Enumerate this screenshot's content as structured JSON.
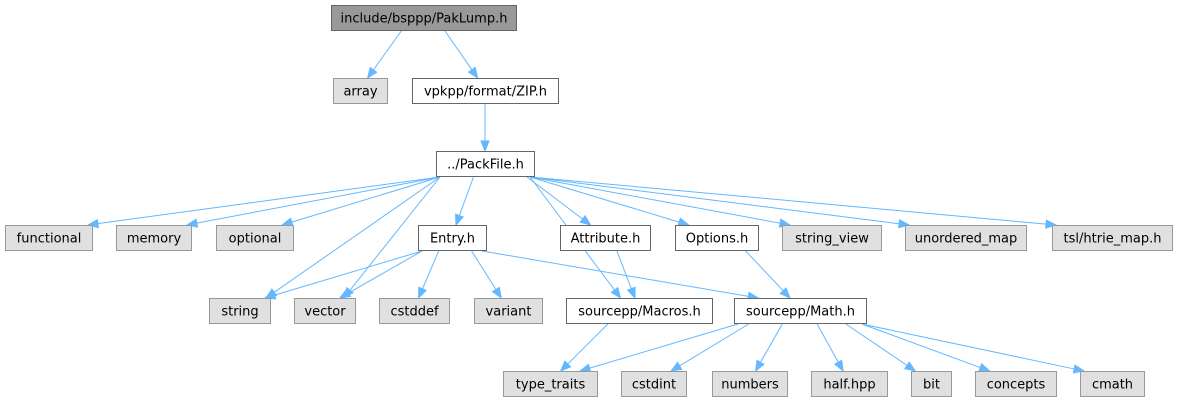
{
  "colors": {
    "root_fill": "#999999",
    "root_stroke": "#666666",
    "header_fill": "#ffffff",
    "header_stroke": "#666666",
    "system_fill": "#e0e0e0",
    "system_stroke": "#999999",
    "edge": "#63b8ff"
  },
  "nodes": [
    {
      "id": "paklump",
      "label": "include/bsppp/PakLump.h",
      "kind": "root"
    },
    {
      "id": "array",
      "label": "array",
      "kind": "system"
    },
    {
      "id": "zip",
      "label": "vpkpp/format/ZIP.h",
      "kind": "header"
    },
    {
      "id": "packfile",
      "label": "../PackFile.h",
      "kind": "header"
    },
    {
      "id": "functional",
      "label": "functional",
      "kind": "system"
    },
    {
      "id": "memory",
      "label": "memory",
      "kind": "system"
    },
    {
      "id": "optional",
      "label": "optional",
      "kind": "system"
    },
    {
      "id": "entry",
      "label": "Entry.h",
      "kind": "header"
    },
    {
      "id": "attribute",
      "label": "Attribute.h",
      "kind": "header"
    },
    {
      "id": "options",
      "label": "Options.h",
      "kind": "header"
    },
    {
      "id": "string_view",
      "label": "string_view",
      "kind": "system"
    },
    {
      "id": "unordered_map",
      "label": "unordered_map",
      "kind": "system"
    },
    {
      "id": "htrie",
      "label": "tsl/htrie_map.h",
      "kind": "system"
    },
    {
      "id": "string",
      "label": "string",
      "kind": "system"
    },
    {
      "id": "vector",
      "label": "vector",
      "kind": "system"
    },
    {
      "id": "cstddef",
      "label": "cstddef",
      "kind": "system"
    },
    {
      "id": "variant",
      "label": "variant",
      "kind": "system"
    },
    {
      "id": "macros",
      "label": "sourcepp/Macros.h",
      "kind": "header"
    },
    {
      "id": "math",
      "label": "sourcepp/Math.h",
      "kind": "header"
    },
    {
      "id": "type_traits",
      "label": "type_traits",
      "kind": "system"
    },
    {
      "id": "cstdint",
      "label": "cstdint",
      "kind": "system"
    },
    {
      "id": "numbers",
      "label": "numbers",
      "kind": "system"
    },
    {
      "id": "half",
      "label": "half.hpp",
      "kind": "system"
    },
    {
      "id": "bit",
      "label": "bit",
      "kind": "system"
    },
    {
      "id": "concepts",
      "label": "concepts",
      "kind": "system"
    },
    {
      "id": "cmath",
      "label": "cmath",
      "kind": "system"
    }
  ],
  "edges": [
    {
      "from": "paklump",
      "to": "array"
    },
    {
      "from": "paklump",
      "to": "zip"
    },
    {
      "from": "zip",
      "to": "packfile"
    },
    {
      "from": "packfile",
      "to": "functional"
    },
    {
      "from": "packfile",
      "to": "memory"
    },
    {
      "from": "packfile",
      "to": "optional"
    },
    {
      "from": "packfile",
      "to": "string"
    },
    {
      "from": "packfile",
      "to": "vector"
    },
    {
      "from": "packfile",
      "to": "entry"
    },
    {
      "from": "packfile",
      "to": "macros"
    },
    {
      "from": "packfile",
      "to": "attribute"
    },
    {
      "from": "packfile",
      "to": "options"
    },
    {
      "from": "packfile",
      "to": "string_view"
    },
    {
      "from": "packfile",
      "to": "unordered_map"
    },
    {
      "from": "packfile",
      "to": "htrie"
    },
    {
      "from": "entry",
      "to": "string"
    },
    {
      "from": "entry",
      "to": "vector"
    },
    {
      "from": "entry",
      "to": "cstddef"
    },
    {
      "from": "entry",
      "to": "variant"
    },
    {
      "from": "entry",
      "to": "math"
    },
    {
      "from": "attribute",
      "to": "macros"
    },
    {
      "from": "options",
      "to": "math"
    },
    {
      "from": "macros",
      "to": "type_traits"
    },
    {
      "from": "math",
      "to": "type_traits"
    },
    {
      "from": "math",
      "to": "cstdint"
    },
    {
      "from": "math",
      "to": "numbers"
    },
    {
      "from": "math",
      "to": "half"
    },
    {
      "from": "math",
      "to": "bit"
    },
    {
      "from": "math",
      "to": "concepts"
    },
    {
      "from": "math",
      "to": "cmath"
    }
  ]
}
